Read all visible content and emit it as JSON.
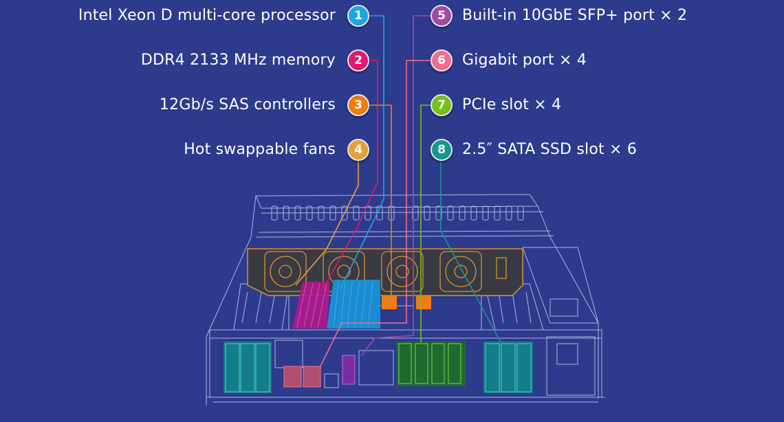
{
  "features": [
    {
      "number": "1",
      "label": "Intel Xeon D multi-core processor",
      "color": "#1aa9e2",
      "side": "left"
    },
    {
      "number": "2",
      "label": "DDR4 2133 MHz memory",
      "color": "#e3176e",
      "side": "left"
    },
    {
      "number": "3",
      "label": "12Gb/s SAS controllers",
      "color": "#f07d12",
      "side": "left"
    },
    {
      "number": "4",
      "label": "Hot swappable fans",
      "color": "#e4a23e",
      "side": "left"
    },
    {
      "number": "5",
      "label": "Built-in 10GbE SFP+ port × 2",
      "color": "#a04ba2",
      "side": "right"
    },
    {
      "number": "6",
      "label": "Gigabit port × 4",
      "color": "#ef6f8c",
      "side": "right"
    },
    {
      "number": "7",
      "label": "PCIe slot × 4",
      "color": "#74c21c",
      "side": "right"
    },
    {
      "number": "8",
      "label": "2.5″ SATA SSD slot × 6",
      "color": "#12998c",
      "side": "right"
    }
  ],
  "colors": {
    "background": "#2e3a8c",
    "wireframe": "#c8cdf0",
    "fan_panel": "#3a3a45",
    "fan_outline": "#d89535",
    "memory": "#b0198c",
    "heatsink": "#1a8fd8",
    "sas": "#f07d12",
    "pcie": "#1f8a3a",
    "ssd": "#0f8a8a"
  }
}
